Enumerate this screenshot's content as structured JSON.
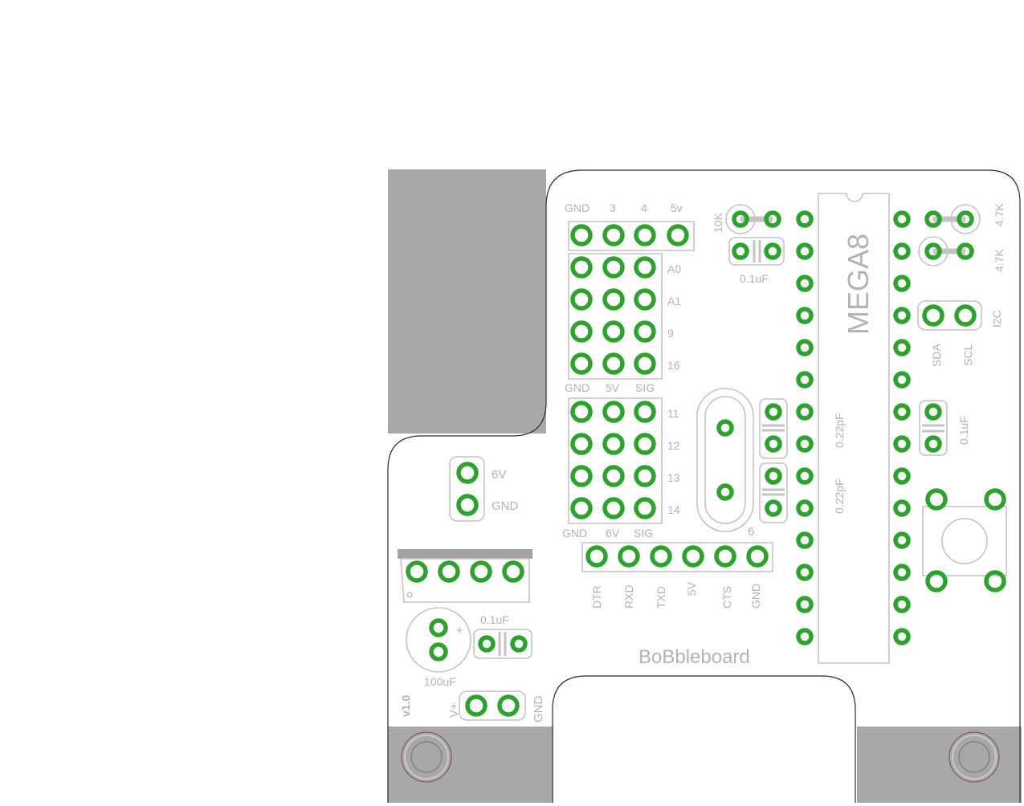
{
  "colors": {
    "pad": "#2fa12f",
    "silk": "#c4c4c4",
    "text": "#b3b3b3",
    "keepout": "#a8a8a8",
    "board": "#ffffff"
  },
  "labels": {
    "hdr_gnd": "GND",
    "hdr_3": "3",
    "hdr_4": "4",
    "hdr_5v": "5v",
    "a0": "A0",
    "a1": "A1",
    "p9": "9",
    "p16": "16",
    "gnd_mid": "GND",
    "v5_mid": "5V",
    "sig_mid": "SIG",
    "p11": "11",
    "p12": "12",
    "p13": "13",
    "p14": "14",
    "gnd_bot": "GND",
    "v6_bot": "6V",
    "sig_bot": "SIG",
    "dtr": "DTR",
    "rxd": "RXD",
    "txd": "TXD",
    "ftdi_5v": "5V",
    "cts": "CTS",
    "ftdi_gnd": "GND",
    "r10k": "10K",
    "cap_top": "0.1uF",
    "chip": "MEGA8",
    "cap22a": "0.22pF",
    "cap22b": "0.22pF",
    "crystal_mark": "6",
    "r47_a": "4.7K",
    "r47_b": "4.7K",
    "i2c": "I2C",
    "sda": "SDA",
    "scl": "SCL",
    "cap_right": "0.1uF",
    "pwr_6v": "6V",
    "pwr_gnd": "GND",
    "cap_left": "0.1uF",
    "cap_100": "100uF",
    "plus": "+",
    "version": "v1.0",
    "vplus": "V+",
    "vgnd": "GND",
    "board_name": "BoBbleboard"
  }
}
